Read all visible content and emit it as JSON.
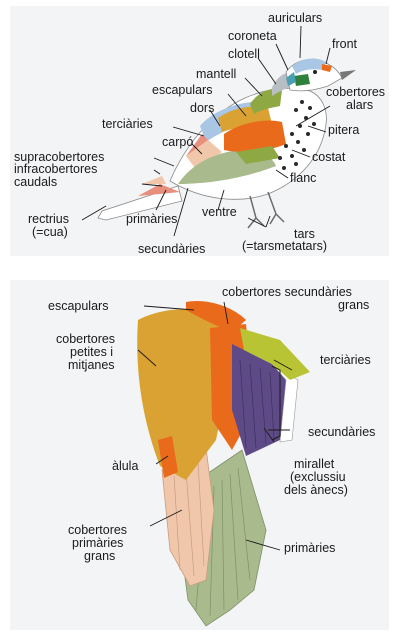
{
  "colors": {
    "panel_bg": "#f3f4f5",
    "orange": "#ea6a1c",
    "ochre": "#d9a233",
    "yellow_green": "#b9c434",
    "olive_green": "#8ea843",
    "sage": "#a9bb8c",
    "light_green": "#c4d5b3",
    "purple": "#5d4a86",
    "peach": "#f1c7ab",
    "salmon": "#e88f7e",
    "pale_blue": "#a9c6e5",
    "teal": "#4aa0b2",
    "dark_green": "#2f7f3d",
    "white": "#ffffff"
  },
  "top_diagram": {
    "labels": {
      "auriculars": "auriculars",
      "coroneta": "coroneta",
      "front": "front",
      "clotell": "clotell",
      "mantell": "mantell",
      "escapulars": "escapulars",
      "cobertores_line1": "cobertores",
      "cobertores_line2": "alars",
      "dors": "dors",
      "pitera": "pitera",
      "terciaries": "terciàries",
      "carpo": "carpó",
      "costat": "costat",
      "supracobertores": "supracobertores",
      "infracobertores_line1": "infracobertores",
      "infracobertores_line2": "caudals",
      "flanc": "flanc",
      "rectrius_line1": "rectrius",
      "rectrius_line2": "(=cua)",
      "primaries": "primàries",
      "ventre": "ventre",
      "tars_line1": "tars",
      "tars_line2": "(=tarsmetatars)",
      "secundaries": "secundàries"
    }
  },
  "bottom_diagram": {
    "labels": {
      "escapulars": "escapulars",
      "cob_sec_line1": "cobertores secundàries",
      "cob_sec_line2": "grans",
      "cob_pet_line1": "cobertores",
      "cob_pet_line2": "petites i",
      "cob_pet_line3": "mitjanes",
      "terciaries": "terciàries",
      "secundaries": "secundàries",
      "alula": "àlula",
      "mirallet_line1": "mirallet",
      "mirallet_line2": "(exclussiu",
      "mirallet_line3": "dels ànecs)",
      "cob_pri_line1": "cobertores",
      "cob_pri_line2": "primàries",
      "cob_pri_line3": "grans",
      "primaries": "primàries"
    }
  }
}
